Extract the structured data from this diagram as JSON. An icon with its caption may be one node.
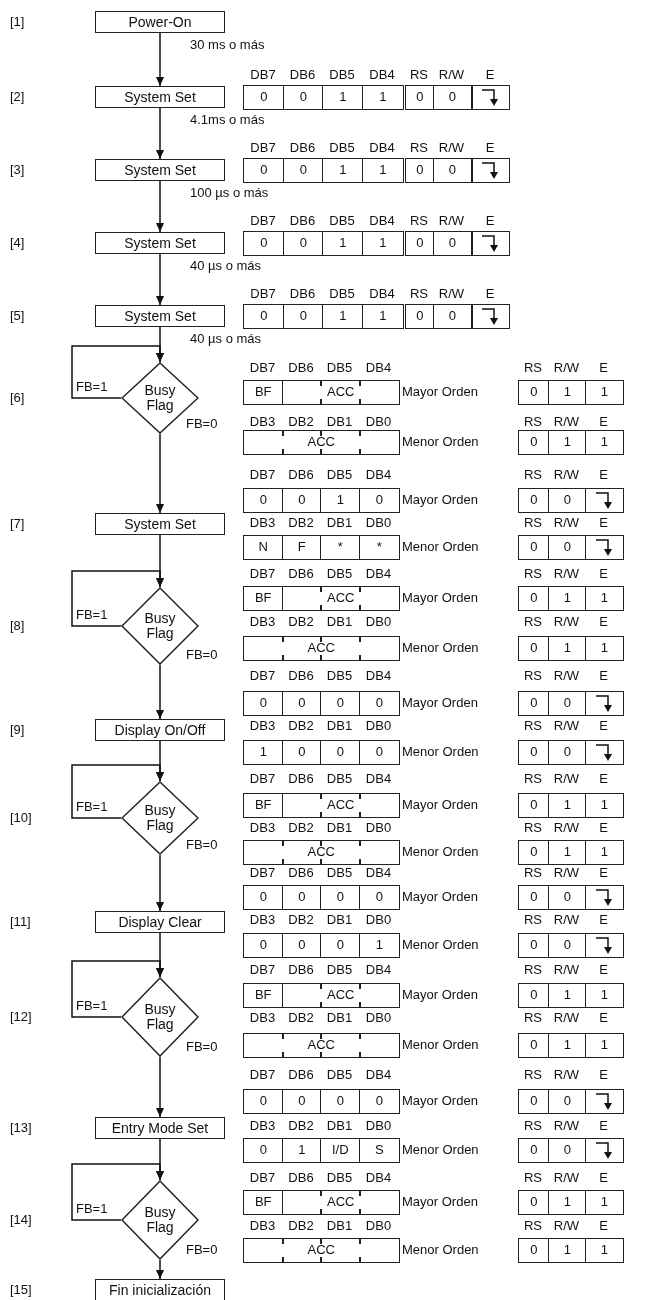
{
  "diagram": {
    "nodes": [
      {
        "text": [
          "Power-On"
        ]
      },
      {
        "text": [
          "System Set"
        ]
      },
      {
        "text": [
          "System Set"
        ]
      },
      {
        "text": [
          "System Set"
        ]
      },
      {
        "text": [
          "System Set"
        ]
      },
      {
        "text": [
          "Busy Flag"
        ]
      },
      {
        "text": [
          "System Set"
        ]
      },
      {
        "text": [
          "Busy Flag"
        ]
      },
      {
        "text": [
          "Display On/Off"
        ]
      },
      {
        "text": [
          "Busy Flag"
        ]
      },
      {
        "text": [
          "Display Clear"
        ]
      },
      {
        "text": [
          "Busy Flag"
        ]
      },
      {
        "text": [
          "Entry Mode Set"
        ]
      },
      {
        "text": [
          "Busy Flag"
        ]
      },
      {
        "text": [
          "Fin inicialización"
        ]
      }
    ],
    "edges": [
      {
        "from": 0,
        "to": 1,
        "arrow": "to",
        "label": "30 ms o más"
      },
      {
        "from": 1,
        "to": 2,
        "arrow": "to",
        "label": "4.1ms o más"
      },
      {
        "from": 2,
        "to": 3,
        "arrow": "to",
        "label": "100 µs o más"
      },
      {
        "from": 3,
        "to": 4,
        "arrow": "to",
        "label": "40 µs o más"
      },
      {
        "from": 4,
        "to": 5,
        "arrow": "to",
        "label": "40 µs o más"
      },
      {
        "from": 5,
        "to": 5,
        "arrow": "to",
        "label": "FB=1"
      },
      {
        "from": 5,
        "to": 6,
        "arrow": "to",
        "label": "FB=0"
      },
      {
        "from": 6,
        "to": 7,
        "arrow": "to"
      },
      {
        "from": 7,
        "to": 7,
        "arrow": "to",
        "label": "FB=1"
      },
      {
        "from": 7,
        "to": 8,
        "arrow": "to",
        "label": "FB=0"
      },
      {
        "from": 8,
        "to": 9,
        "arrow": "to"
      },
      {
        "from": 9,
        "to": 9,
        "arrow": "to",
        "label": "FB=1"
      },
      {
        "from": 9,
        "to": 10,
        "arrow": "to",
        "label": "FB=0"
      },
      {
        "from": 10,
        "to": 11,
        "arrow": "to"
      },
      {
        "from": 11,
        "to": 11,
        "arrow": "to",
        "label": "FB=1"
      },
      {
        "from": 11,
        "to": 12,
        "arrow": "to",
        "label": "FB=0"
      },
      {
        "from": 12,
        "to": 13,
        "arrow": "to"
      },
      {
        "from": 13,
        "to": 13,
        "arrow": "to",
        "label": "FB=1"
      },
      {
        "from": 13,
        "to": 14,
        "arrow": "to",
        "label": "FB=0"
      }
    ],
    "labels": [
      "[1]",
      "DB7",
      "DB6",
      "DB5",
      "DB4",
      "RS",
      "R/W",
      "E",
      "[2]",
      "0",
      "0",
      "1",
      "1",
      "0",
      "0",
      "DB7",
      "DB6",
      "DB5",
      "DB4",
      "RS",
      "R/W",
      "E",
      "[3]",
      "0",
      "0",
      "1",
      "1",
      "0",
      "0",
      "DB7",
      "DB6",
      "DB5",
      "DB4",
      "RS",
      "R/W",
      "E",
      "[4]",
      "0",
      "0",
      "1",
      "1",
      "0",
      "0",
      "DB7",
      "DB6",
      "DB5",
      "DB4",
      "RS",
      "R/W",
      "E",
      "[5]",
      "0",
      "0",
      "1",
      "1",
      "0",
      "0",
      "DB7",
      "DB6",
      "DB5",
      "DB4",
      "RS",
      "R/W",
      "E",
      "BF",
      "ACC",
      "Mayor Orden",
      "0",
      "1",
      "1",
      "[6]",
      "DB3",
      "DB2",
      "DB1",
      "DB0",
      "RS",
      "R/W",
      "E",
      "ACC",
      "Menor Orden",
      "0",
      "1",
      "1",
      "DB7",
      "DB6",
      "DB5",
      "DB4",
      "RS",
      "R/W",
      "E",
      "0",
      "0",
      "1",
      "0",
      "Mayor Orden",
      "0",
      "0",
      "[7]",
      "DB3",
      "DB2",
      "DB1",
      "DB0",
      "RS",
      "R/W",
      "E",
      "N",
      "F",
      "*",
      "*",
      "Menor Orden",
      "0",
      "0",
      "DB7",
      "DB6",
      "DB5",
      "DB4",
      "RS",
      "R/W",
      "E",
      "BF",
      "ACC",
      "Mayor Orden",
      "0",
      "1",
      "1",
      "[8]",
      "DB3",
      "DB2",
      "DB1",
      "DB0",
      "RS",
      "R/W",
      "E",
      "ACC",
      "Menor Orden",
      "0",
      "1",
      "1",
      "DB7",
      "DB6",
      "DB5",
      "DB4",
      "RS",
      "R/W",
      "E",
      "0",
      "0",
      "0",
      "0",
      "Mayor Orden",
      "0",
      "0",
      "[9]",
      "DB3",
      "DB2",
      "DB1",
      "DB0",
      "RS",
      "R/W",
      "E",
      "1",
      "0",
      "0",
      "0",
      "Menor Orden",
      "0",
      "0",
      "DB7",
      "DB6",
      "DB5",
      "DB4",
      "RS",
      "R/W",
      "E",
      "BF",
      "ACC",
      "Mayor Orden",
      "0",
      "1",
      "1",
      "[10]",
      "DB3",
      "DB2",
      "DB1",
      "DB0",
      "RS",
      "R/W",
      "E",
      "ACC",
      "Menor Orden",
      "0",
      "1",
      "1",
      "DB7",
      "DB6",
      "DB5",
      "DB4",
      "RS",
      "R/W",
      "E",
      "0",
      "0",
      "0",
      "0",
      "Mayor Orden",
      "0",
      "0",
      "[11]",
      "DB3",
      "DB2",
      "DB1",
      "DB0",
      "RS",
      "R/W",
      "E",
      "0",
      "0",
      "0",
      "1",
      "Menor Orden",
      "0",
      "0",
      "DB7",
      "DB6",
      "DB5",
      "DB4",
      "RS",
      "R/W",
      "E",
      "BF",
      "ACC",
      "Mayor Orden",
      "0",
      "1",
      "1",
      "[12]",
      "DB3",
      "DB2",
      "DB1",
      "DB0",
      "RS",
      "R/W",
      "E",
      "ACC",
      "Menor Orden",
      "0",
      "1",
      "1",
      "DB7",
      "DB6",
      "DB5",
      "DB4",
      "RS",
      "R/W",
      "E",
      "0",
      "0",
      "0",
      "0",
      "Mayor Orden",
      "0",
      "0",
      "[13]",
      "DB3",
      "DB2",
      "DB1",
      "DB0",
      "RS",
      "R/W",
      "E",
      "0",
      "1",
      "I/D",
      "S",
      "Menor Orden",
      "0",
      "0",
      "DB7",
      "DB6",
      "DB5",
      "DB4",
      "RS",
      "R/W",
      "E",
      "BF",
      "ACC",
      "Mayor Orden",
      "0",
      "1",
      "1",
      "[14]",
      "DB3",
      "DB2",
      "DB1",
      "DB0",
      "RS",
      "R/W",
      "E",
      "ACC",
      "Menor Orden",
      "0",
      "1",
      "1",
      "[15]"
    ]
  }
}
